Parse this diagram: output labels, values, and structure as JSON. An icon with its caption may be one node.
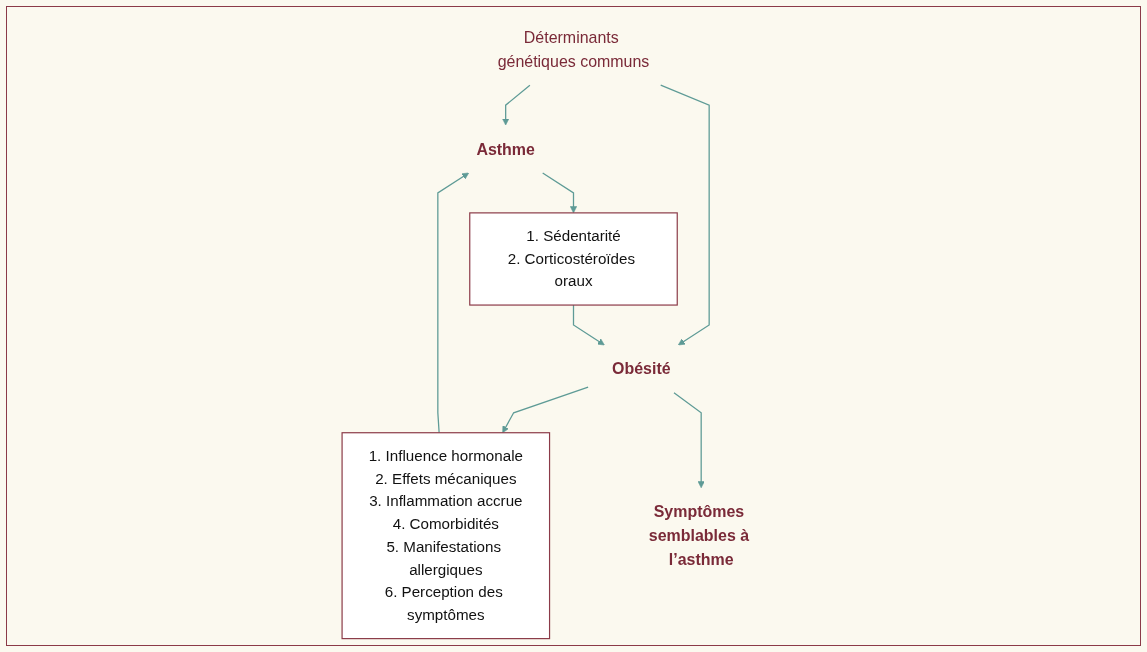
{
  "diagram": {
    "nodes": [
      {
        "text": [
          "Asthme"
        ]
      },
      {
        "text": [
          "Déterminants génétiques communs"
        ]
      },
      {
        "text": [
          "Obésité"
        ]
      },
      {
        "text": [
          "1. Influence hormonale",
          "2. Effets mécaniques",
          "3. Inflammation accrue",
          "4. Comorbidités",
          "5. Manifestations allergiques",
          "6. Perception des symptômes"
        ]
      },
      {
        "text": [
          "1. Sédentarité",
          "2. Corticostéroïdes oraux"
        ]
      },
      {
        "text": [
          "Symptômes semblables à l’asthme"
        ]
      }
    ],
    "edges": [
      {
        "from": 1,
        "to": 0,
        "arrow": "to"
      },
      {
        "from": 1,
        "to": 2,
        "arrow": "to"
      },
      {
        "from": 3,
        "to": 0,
        "arrow": "to"
      },
      {
        "from": 2,
        "to": 3,
        "arrow": "to"
      },
      {
        "from": 0,
        "to": 4,
        "arrow": "to"
      },
      {
        "from": 4,
        "to": 2,
        "arrow": "to"
      },
      {
        "from": 2,
        "to": 5,
        "arrow": "to"
      }
    ]
  }
}
